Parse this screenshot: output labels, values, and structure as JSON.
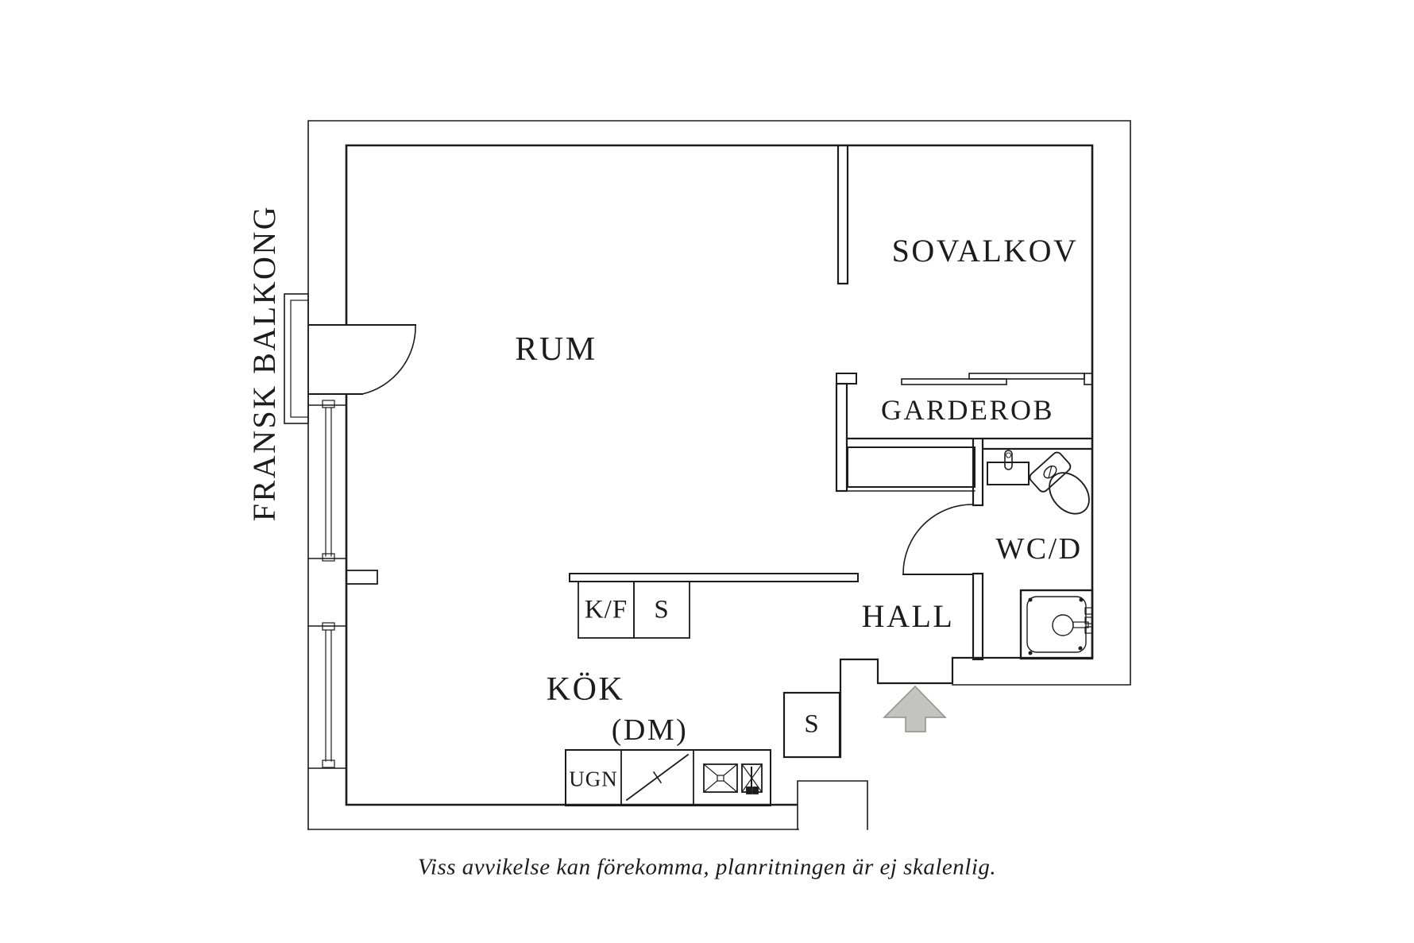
{
  "rooms": {
    "rum": "RUM",
    "sovalkov": "SOVALKOV",
    "garderob": "GARDEROB",
    "wc": "WC/D",
    "hall": "HALL",
    "kok": "KÖK"
  },
  "fixtures": {
    "kf": "K/F",
    "s_kitchen": "S",
    "s_hall": "S",
    "ugn": "UGN",
    "dm": "(DM)"
  },
  "balcony_label": "FRANSK BALKONG",
  "footer": "Viss avvikelse kan förekomma, planritningen är ej skalenlig.",
  "colors": {
    "background": "#ffffff",
    "line": "#1c1c1c",
    "arrow_fill": "#c3c3c1",
    "arrow_stroke": "#8f8f8d"
  }
}
